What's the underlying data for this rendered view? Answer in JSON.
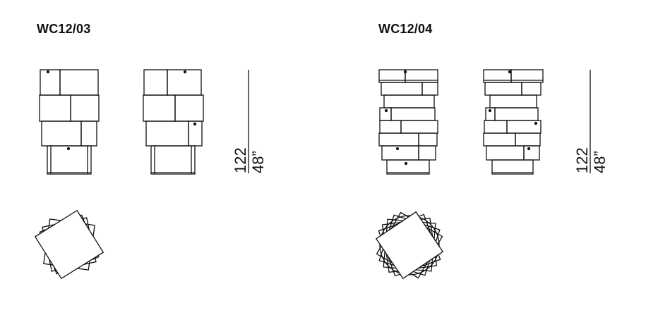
{
  "models": [
    {
      "code": "WC12/03",
      "dimensions": {
        "cm": "122",
        "inch": "48”"
      }
    },
    {
      "code": "WC12/04",
      "dimensions": {
        "cm": "122",
        "inch": "48”"
      }
    }
  ],
  "colors": {
    "line": "#111111",
    "fill": "#ffffff"
  }
}
